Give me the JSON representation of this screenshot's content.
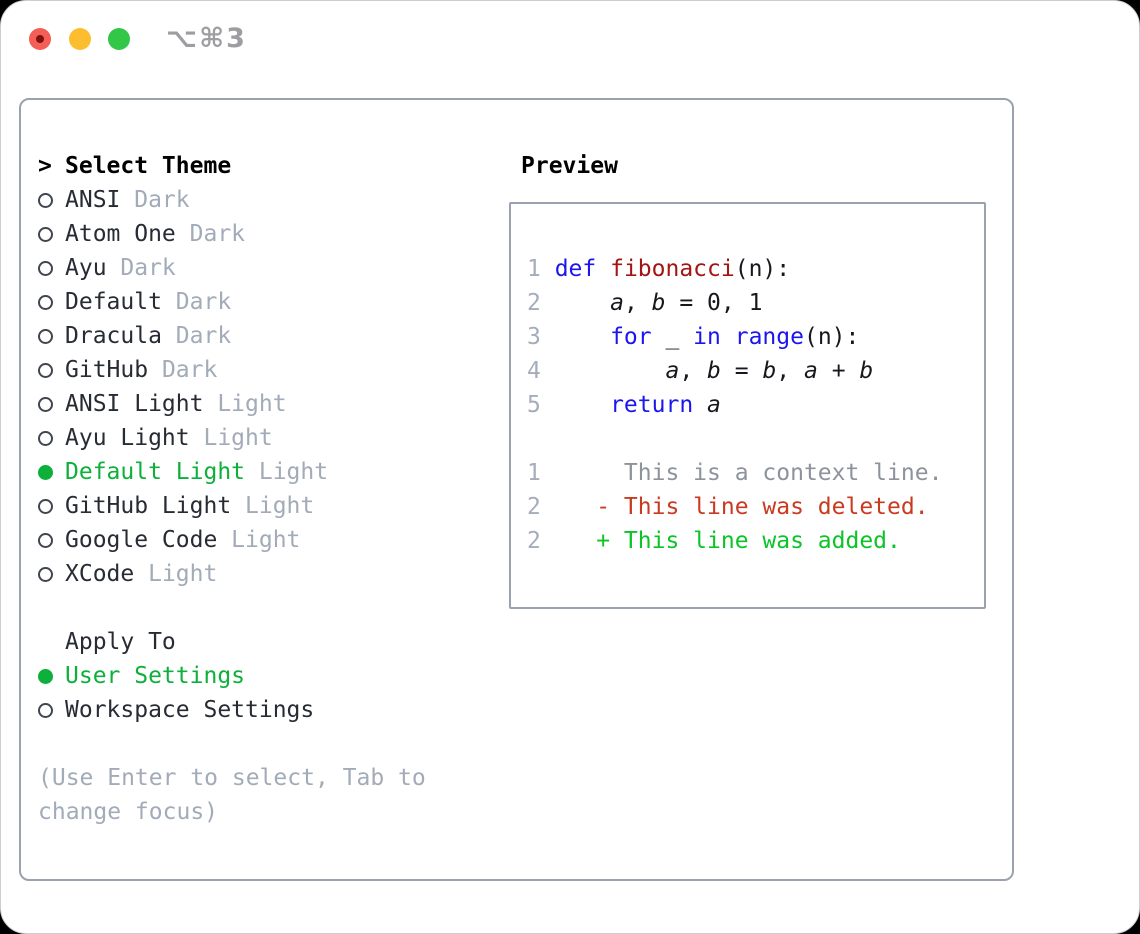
{
  "chrome": {
    "title": "⌥⌘3",
    "traffic_lights": [
      "close",
      "minimize",
      "zoom"
    ]
  },
  "theme_selector": {
    "prefix": ">",
    "header": "Select Theme",
    "items": [
      {
        "name": "ANSI",
        "variant": "Dark",
        "selected": false
      },
      {
        "name": "Atom One",
        "variant": "Dark",
        "selected": false
      },
      {
        "name": "Ayu",
        "variant": "Dark",
        "selected": false
      },
      {
        "name": "Default",
        "variant": "Dark",
        "selected": false
      },
      {
        "name": "Dracula",
        "variant": "Dark",
        "selected": false
      },
      {
        "name": "GitHub",
        "variant": "Dark",
        "selected": false
      },
      {
        "name": "ANSI Light",
        "variant": "Light",
        "selected": false
      },
      {
        "name": "Ayu Light",
        "variant": "Light",
        "selected": false
      },
      {
        "name": "Default Light",
        "variant": "Light",
        "selected": true
      },
      {
        "name": "GitHub Light",
        "variant": "Light",
        "selected": false
      },
      {
        "name": "Google Code",
        "variant": "Light",
        "selected": false
      },
      {
        "name": "XCode",
        "variant": "Light",
        "selected": false
      }
    ]
  },
  "apply_to": {
    "header": "Apply To",
    "options": [
      {
        "label": "User Settings",
        "selected": true
      },
      {
        "label": "Workspace Settings",
        "selected": false
      }
    ]
  },
  "hint": "(Use Enter to select, Tab to change focus)",
  "preview": {
    "header": "Preview",
    "lines": [
      {
        "num": "1",
        "tokens": [
          {
            "t": "def",
            "c": "kw"
          },
          {
            "t": " ",
            "c": "pl"
          },
          {
            "t": "fibonacci",
            "c": "fn"
          },
          {
            "t": "(n):",
            "c": "pl"
          }
        ]
      },
      {
        "num": "2",
        "tokens": [
          {
            "t": "    ",
            "c": "pl"
          },
          {
            "t": "a",
            "c": "var"
          },
          {
            "t": ", ",
            "c": "pl"
          },
          {
            "t": "b",
            "c": "var"
          },
          {
            "t": " = 0, 1",
            "c": "pl"
          }
        ]
      },
      {
        "num": "3",
        "tokens": [
          {
            "t": "    ",
            "c": "pl"
          },
          {
            "t": "for",
            "c": "kw"
          },
          {
            "t": " _ ",
            "c": "pl"
          },
          {
            "t": "in",
            "c": "kw"
          },
          {
            "t": " ",
            "c": "pl"
          },
          {
            "t": "range",
            "c": "kw"
          },
          {
            "t": "(n):",
            "c": "pl"
          }
        ]
      },
      {
        "num": "4",
        "tokens": [
          {
            "t": "        ",
            "c": "pl"
          },
          {
            "t": "a",
            "c": "var"
          },
          {
            "t": ", ",
            "c": "pl"
          },
          {
            "t": "b",
            "c": "var"
          },
          {
            "t": " = ",
            "c": "pl"
          },
          {
            "t": "b",
            "c": "var"
          },
          {
            "t": ", ",
            "c": "pl"
          },
          {
            "t": "a",
            "c": "var"
          },
          {
            "t": " + ",
            "c": "pl"
          },
          {
            "t": "b",
            "c": "var"
          }
        ]
      },
      {
        "num": "5",
        "tokens": [
          {
            "t": "    ",
            "c": "pl"
          },
          {
            "t": "return",
            "c": "kw"
          },
          {
            "t": " ",
            "c": "pl"
          },
          {
            "t": "a",
            "c": "var"
          }
        ]
      },
      {
        "num": "",
        "tokens": []
      },
      {
        "num": "1",
        "tokens": [
          {
            "t": "     This is ",
            "c": "ctx"
          },
          {
            "t": "a",
            "c": "ctx"
          },
          {
            "t": " context line.",
            "c": "ctx"
          }
        ]
      },
      {
        "num": "2",
        "tokens": [
          {
            "t": "   - This line was deleted.",
            "c": "del"
          }
        ]
      },
      {
        "num": "2",
        "tokens": [
          {
            "t": "   + This line was added.",
            "c": "add"
          }
        ]
      }
    ]
  },
  "colors": {
    "selected_green": "#0db03a",
    "keyword_blue": "#1b16ee",
    "function_red": "#a31515",
    "deleted_red": "#c93a20",
    "added_green": "#0cc427",
    "muted_gray": "#a2abb8",
    "panel_border": "#9aa2af",
    "traffic_red": "#f35f57",
    "traffic_yellow": "#fcbe2f",
    "traffic_green": "#33c748"
  }
}
